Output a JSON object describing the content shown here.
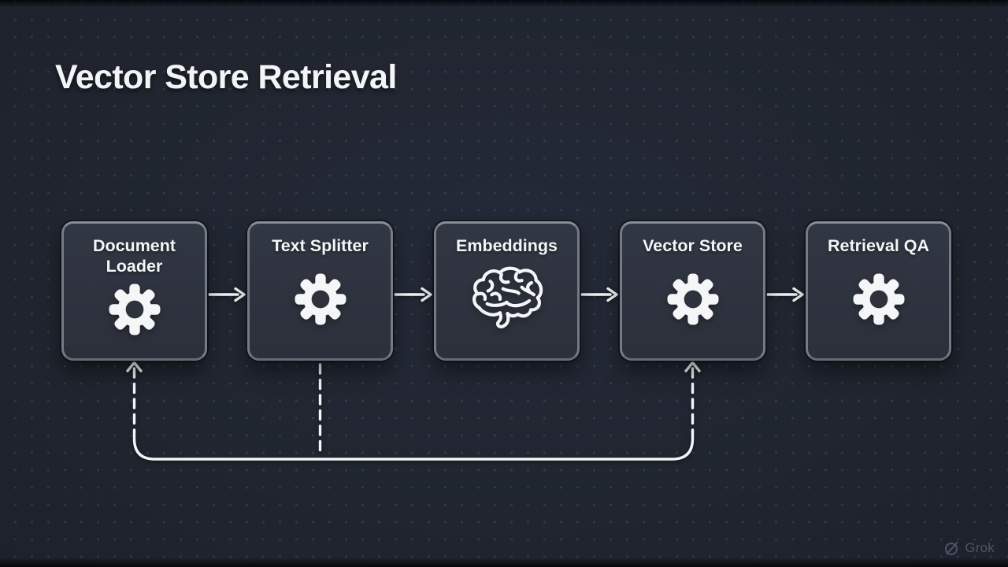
{
  "title": "Vector Store Retrieval",
  "watermark": {
    "label": "Grok"
  },
  "colors": {
    "background": "#212735",
    "node_fill": "#2d323d",
    "node_border": "#757b84",
    "text": "#f4f5f7",
    "line": "#f3f5f8",
    "watermark": "#4d5665"
  },
  "diagram": {
    "nodes": [
      {
        "id": "document-loader",
        "label": "Document Loader",
        "icon": "gear-icon"
      },
      {
        "id": "text-splitter",
        "label": "Text Splitter",
        "icon": "gear-icon"
      },
      {
        "id": "embeddings",
        "label": "Embeddings",
        "icon": "brain-icon"
      },
      {
        "id": "vector-store",
        "label": "Vector Store",
        "icon": "gear-icon"
      },
      {
        "id": "retrieval-qa",
        "label": "Retrieval QA",
        "icon": "gear-icon"
      }
    ],
    "edges": [
      {
        "from": "document-loader",
        "to": "text-splitter",
        "type": "solid-arrow"
      },
      {
        "from": "text-splitter",
        "to": "embeddings",
        "type": "solid-arrow"
      },
      {
        "from": "embeddings",
        "to": "vector-store",
        "type": "solid-arrow"
      },
      {
        "from": "vector-store",
        "to": "retrieval-qa",
        "type": "solid-arrow"
      },
      {
        "from": "text-splitter",
        "to": "feedback-bus",
        "type": "dashed-line"
      },
      {
        "from": "feedback-bus",
        "to": "document-loader",
        "type": "dashed-arrow-up"
      },
      {
        "from": "feedback-bus",
        "to": "vector-store",
        "type": "dashed-arrow-up"
      }
    ]
  }
}
